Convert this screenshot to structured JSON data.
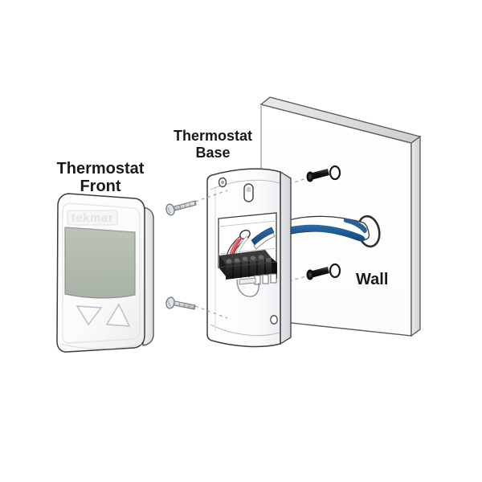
{
  "figure": {
    "title": "Thermostat exploded installation diagram",
    "type": "exploded-assembly-illustration",
    "background_color": "#ffffff"
  },
  "labels": {
    "thermostat_front_line1": "Thermostat",
    "thermostat_front_line2": "Front",
    "thermostat_base_line1": "Thermostat",
    "thermostat_base_line2": "Base",
    "wall": "Wall"
  },
  "thermostat_front": {
    "brand_logo": "tekmar",
    "display_label": "lcd-display",
    "button_down": "▽",
    "button_up": "△",
    "body_color": "#fdfdfd",
    "body_edge_color": "#4a4a4a",
    "lcd_color": "#b3bcb2",
    "lcd_edge_color": "#8d968c",
    "bezel_color": "#f2f2f2"
  },
  "thermostat_base": {
    "face_color": "#fcfcfc",
    "side_color": "#d8dade",
    "outline_color": "#3c3c3c",
    "mounting_hole_top": "screw-hole",
    "keyhole_slot": "keyhole-slot",
    "mounting_hole_bottom": "screw-hole",
    "terminal_block_color": "#2b2b2b",
    "terminal_count": 6,
    "wire_white": "#ffffff",
    "wire_red": "#d94a54",
    "wire_blue": "#1f5fa0",
    "cable_clamp": "wire-clamp"
  },
  "wall": {
    "face_color": "#ffffff",
    "edge_color": "#d5d7da",
    "outline_color": "#5a5a5a",
    "cable_hole": "cable-entry-hole",
    "anchor_hole_top": "anchor-hole",
    "anchor_hole_bottom": "anchor-hole"
  },
  "cable": {
    "jacket_color": "#ffffff",
    "stripe_color": "#1d5c96",
    "description": "blue-white-thermostat-cable"
  },
  "fasteners": {
    "mounting_screw_color": "#c9cdd1",
    "mounting_screw_outline": "#6d7277",
    "wall_anchor_color": "#1e1e1e",
    "mounting_screw_count": 2,
    "wall_anchor_count": 2,
    "alignment_line_color": "#9aa5b1"
  }
}
